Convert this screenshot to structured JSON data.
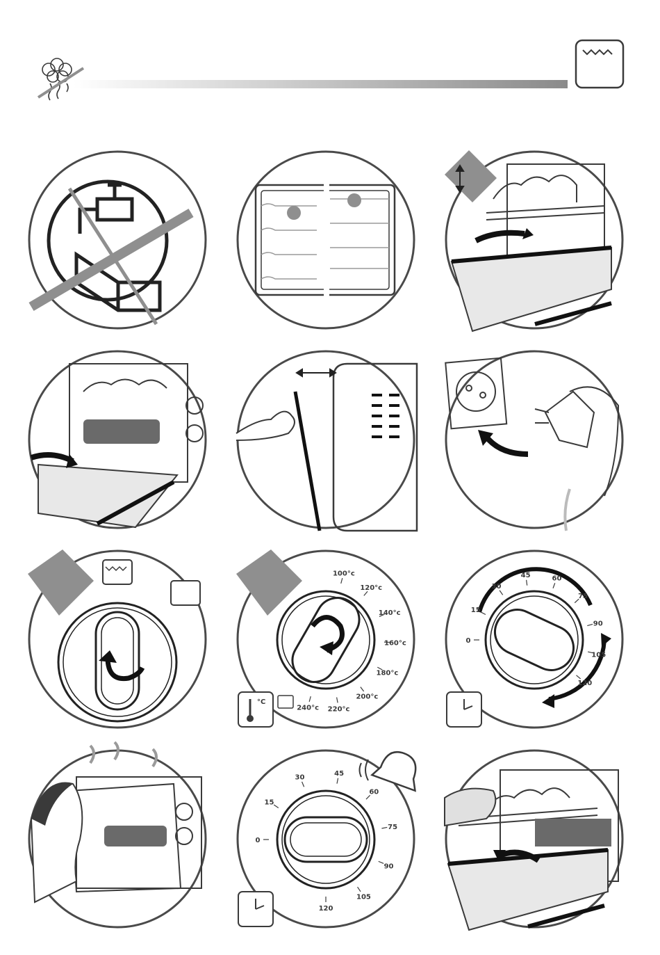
{
  "header": {
    "steam_icon": "steam-icon",
    "oven_icon": "oven-icon"
  },
  "temperature_dial": {
    "labels": [
      "100°c",
      "120°c",
      "140°c",
      "160°c",
      "180°c",
      "200°c",
      "220°c",
      "240°c"
    ],
    "unit_label": "°C"
  },
  "timer_dial_small": {
    "labels": [
      "0",
      "15",
      "30",
      "45",
      "60",
      "75",
      "90",
      "105",
      "120"
    ]
  },
  "timer_dial_large": {
    "labels": [
      "0",
      "15",
      "30",
      "45",
      "60",
      "75",
      "90",
      "105",
      "120"
    ]
  },
  "colors": {
    "line": "#3a3a3a",
    "grey_box": "#8f8f8f",
    "light_grey": "#d9d9d9"
  }
}
